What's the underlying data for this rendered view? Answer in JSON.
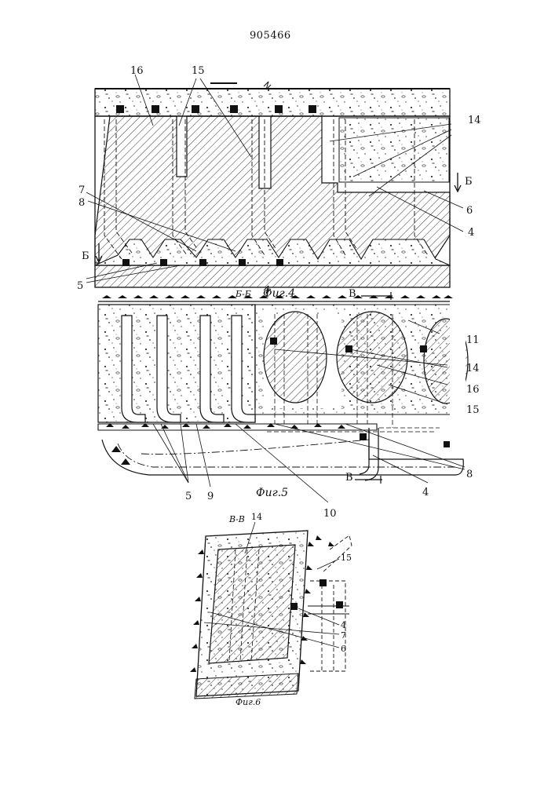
{
  "document": {
    "number": "905466"
  },
  "figure4": {
    "caption": "Фиг.4",
    "section_label": "Б-Б",
    "callouts": {
      "c16": "16",
      "c15": "15",
      "c14": "14",
      "c7": "7",
      "c8": "8",
      "c5": "5",
      "c6": "6",
      "c4": "4",
      "cutB_left": "Б",
      "cutB_right": "Б"
    }
  },
  "figure5": {
    "caption": "Фиг.5",
    "callouts": {
      "c11": "11",
      "c14": "14",
      "c16": "16",
      "c15": "15",
      "c8": "8",
      "c4": "4",
      "c5": "5",
      "c9": "9",
      "c10": "10",
      "cutV_top": "В",
      "cutV_bottom": "В"
    }
  },
  "figure6": {
    "caption": "Фиг.6",
    "section_label": "В-В",
    "callouts": {
      "c14": "14",
      "c15": "15",
      "c4": "4",
      "c7": "7",
      "c6": "6"
    }
  }
}
